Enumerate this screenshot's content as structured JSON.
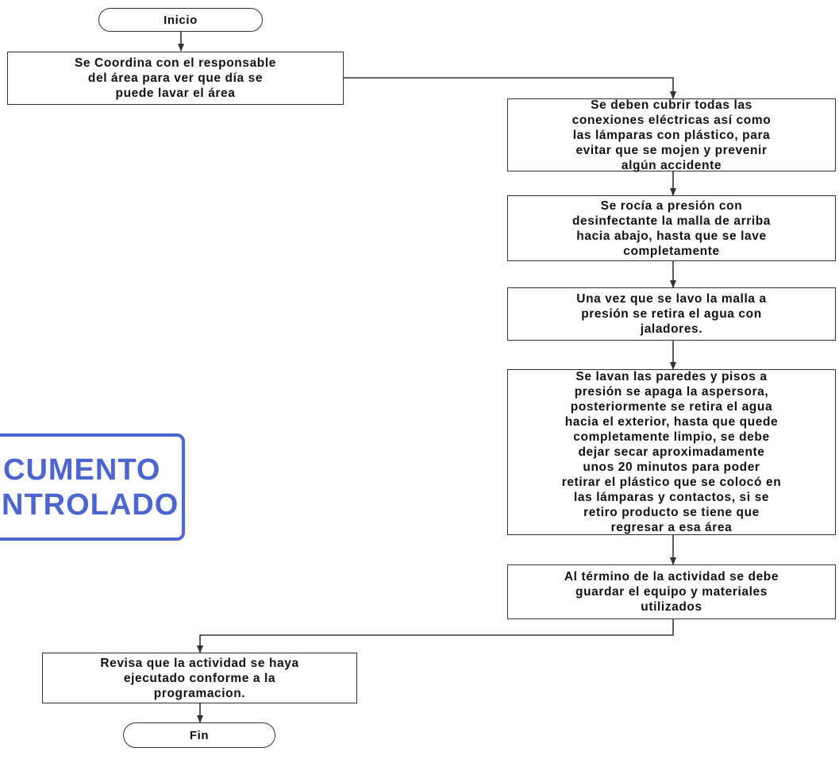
{
  "flowchart": {
    "start": "Inicio",
    "step1": "Se Coordina con el responsable\ndel área para ver que día se\npuede lavar el área",
    "step2": "Se deben cubrir todas las\nconexiones eléctricas así como\nlas lámparas con plástico, para\nevitar que se mojen y prevenir\nalgún  accidente",
    "step3": "Se rocía a presión con\ndesinfectante la malla de arriba\nhacia abajo, hasta que se lave\ncompletamente",
    "step4": "Una vez que se lavo la malla a\npresión se retira el agua con\njaladores.",
    "step5": "Se lavan las paredes y pisos a\npresión se apaga la aspersora,\nposteriormente se retira el agua\nhacia el exterior, hasta que quede\ncompletamente limpio, se debe\ndejar secar aproximadamente\nunos 20 minutos para poder\nretirar el plástico que se colocó en\nlas lámparas y contactos, si se\nretiro producto se tiene que\nregresar a esa área",
    "step6": "Al término de la actividad se debe\nguardar el equipo y materiales\nutilizados",
    "step7": "Revisa que la actividad se haya\nejecutado conforme a la\nprogramacion.",
    "end": "Fin"
  },
  "stamp": {
    "line1": "CUMENTO",
    "line2": "NTROLADO"
  },
  "colors": {
    "line": "#333333",
    "stamp": "#3a55c9"
  }
}
